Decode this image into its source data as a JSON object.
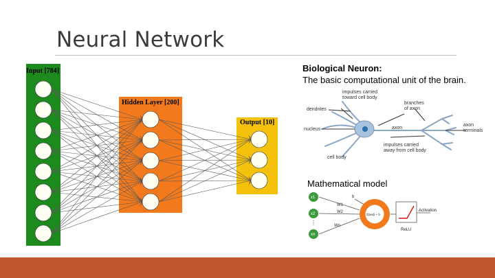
{
  "slide": {
    "title": "Neural Network"
  },
  "network": {
    "input_label": "Input [784]",
    "hidden_label": "Hidden Layer [200]",
    "output_label": "Output [10]",
    "colors": {
      "input": "#1d8a1d",
      "hidden": "#f27a1c",
      "output": "#f4c20d",
      "node": "#fffff4"
    }
  },
  "biological": {
    "heading": "Biological Neuron:",
    "subheading": "The basic computational unit of the brain.",
    "labels": {
      "impulses_in_1": "impulses carried",
      "impulses_in_2": "toward cell body",
      "branches_1": "branches",
      "branches_2": "of axon",
      "dendrites": "dendrites",
      "nucleus": "nucleus",
      "axon": "axon",
      "terminals_1": "axon",
      "terminals_2": "terminals",
      "impulses_out_1": "impulses carried",
      "impulses_out_2": "away from cell body",
      "cell_body": "cell body"
    }
  },
  "mathematical": {
    "heading": "Mathematical model",
    "labels": {
      "x1": "x1",
      "x2": "x2",
      "xn": "xn",
      "w1": "W1",
      "w2": "W2",
      "wn": "Wn",
      "bias": "b",
      "sum": "Σ(wx)i + b",
      "activation": "Activation",
      "relu": "ReLU"
    }
  },
  "footer": {
    "color": "#c0562b"
  }
}
